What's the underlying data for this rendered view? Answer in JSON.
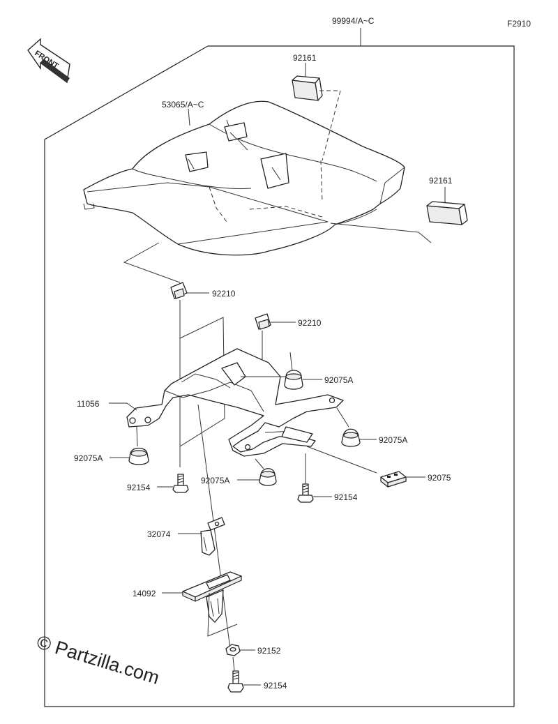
{
  "diagram": {
    "figure_code": "F2910",
    "front_badge": "FRONT",
    "watermark": "© Partzilla.com",
    "callouts": {
      "assembly": "99994/A~C",
      "seat_cover": "53065/A~C",
      "pad_top": "92161",
      "pad_right": "92161",
      "clip_left": "92210",
      "clip_right": "92210",
      "bracket": "11056",
      "damper_upper": "92075A",
      "damper_right": "92075A",
      "damper_left": "92075A",
      "damper_front": "92075A",
      "rubber_block": "92075",
      "bolt_left": "92154",
      "bolt_right": "92154",
      "bolt_bottom": "92154",
      "stay": "32074",
      "lock_bracket": "14092",
      "nut": "92152"
    }
  }
}
